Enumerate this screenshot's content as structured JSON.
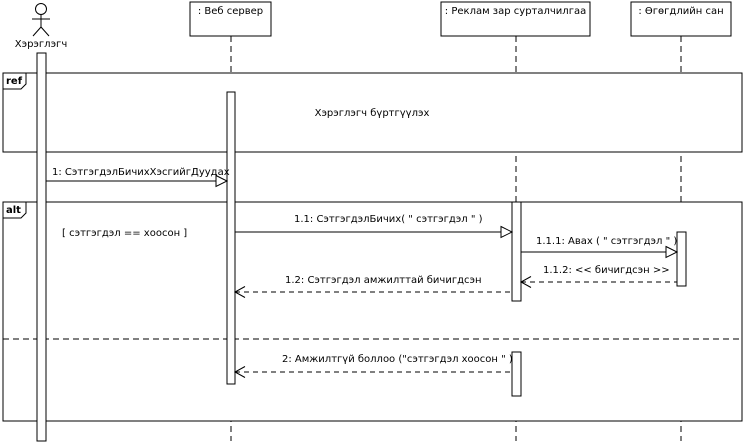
{
  "actor": {
    "name": "Хэрэглэгч"
  },
  "lifelines": [
    {
      "label": ": Веб сервер"
    },
    {
      "label": ": Реклам зар сурталчилгаа"
    },
    {
      "label": ": Өгөгдлийн сан"
    }
  ],
  "ref_fragment": {
    "tag": "ref",
    "text": "Хэрэглэгч бүртгүүлэх"
  },
  "alt_fragment": {
    "tag": "alt",
    "guard": "[ сэтгэгдэл == хоосон ]"
  },
  "messages": {
    "m1": "1: СэтгэгдэлБичихХэсгийгДуудах",
    "m1_1": "1.1: СэтгэгдэлБичих( \" сэтгэгдэл \" )",
    "m1_1_1": "1.1.1: Авах ( \" сэтгэгдэл \" )",
    "m1_1_2": "1.1.2: <<  бичигдсэн >>",
    "m1_2": "1.2: Сэтгэгдэл амжилттай бичигдсэн",
    "m2": "2: Амжилтгүй боллоо (\"сэтгэгдэл хоосон \" )"
  }
}
